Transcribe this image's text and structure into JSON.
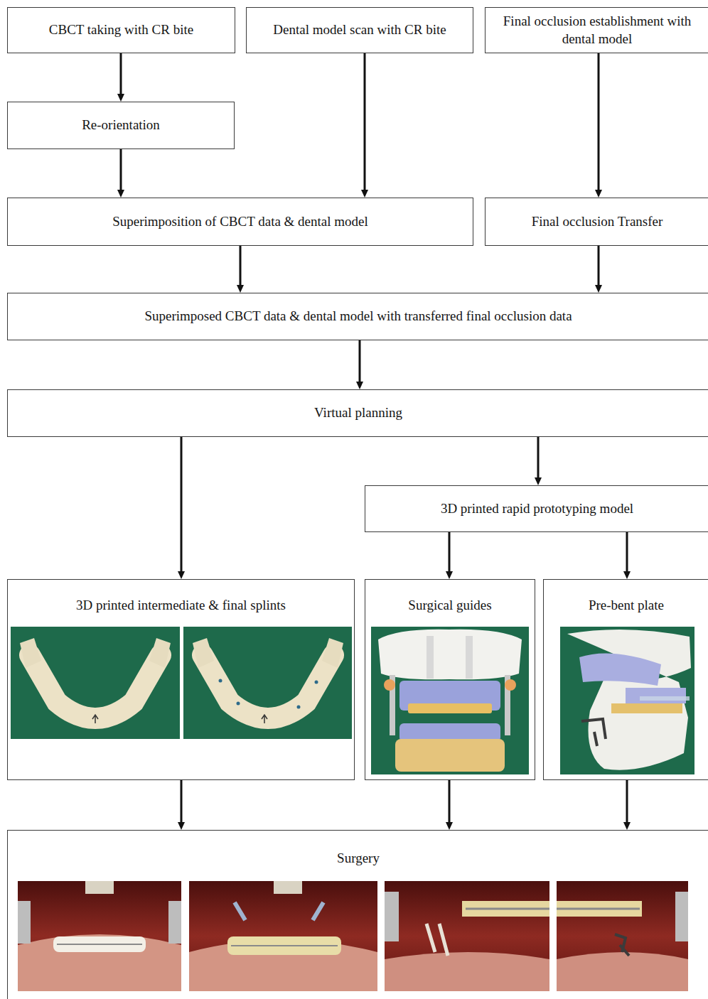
{
  "diagram": {
    "nodes": [
      {
        "text": [
          "CBCT taking with CR bite"
        ]
      },
      {
        "text": [
          "Dental model scan with CR bite"
        ]
      },
      {
        "text": [
          "Final occlusion establishment with dental model"
        ]
      },
      {
        "text": [
          "Re-orientation"
        ]
      },
      {
        "text": [
          "Superimposition of CBCT data & dental model"
        ]
      },
      {
        "text": [
          "Final occlusion Transfer"
        ]
      },
      {
        "text": [
          "Superimposed CBCT data & dental model with transferred final occlusion data"
        ]
      },
      {
        "text": [
          "Virtual planning"
        ]
      },
      {
        "text": [
          "3D printed rapid prototyping model"
        ]
      },
      {
        "text": [
          "3D printed intermediate & final splints"
        ]
      },
      {
        "text": [
          "Surgical guides"
        ]
      },
      {
        "text": [
          "Pre-bent plate"
        ]
      },
      {
        "text": [
          "Surgery"
        ]
      }
    ],
    "edges": [
      {
        "from": 0,
        "to": 3,
        "arrow": "to"
      },
      {
        "from": 3,
        "to": 4,
        "arrow": "to"
      },
      {
        "from": 1,
        "to": 4,
        "arrow": "to"
      },
      {
        "from": 2,
        "to": 5,
        "arrow": "to"
      },
      {
        "from": 4,
        "to": 6,
        "arrow": "to"
      },
      {
        "from": 5,
        "to": 6,
        "arrow": "to"
      },
      {
        "from": 6,
        "to": 7,
        "arrow": "to"
      },
      {
        "from": 7,
        "to": 9,
        "arrow": "to"
      },
      {
        "from": 7,
        "to": 8,
        "arrow": "to"
      },
      {
        "from": 8,
        "to": 10,
        "arrow": "to"
      },
      {
        "from": 8,
        "to": 11,
        "arrow": "to"
      },
      {
        "from": 9,
        "to": 12,
        "arrow": "to"
      },
      {
        "from": 10,
        "to": 12,
        "arrow": "to"
      },
      {
        "from": 11,
        "to": 12,
        "arrow": "to"
      }
    ]
  }
}
